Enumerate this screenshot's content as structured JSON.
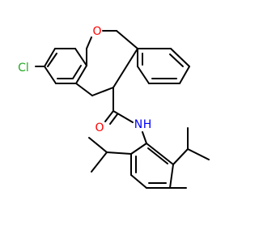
{
  "structure": {
    "atom_labels": {
      "chlorine": "Cl",
      "ring_oxygen": "O",
      "carbonyl_oxygen": "O",
      "amide_nitrogen": "N",
      "amide_hydrogen": "H"
    },
    "colors": {
      "carbon_bonds": "#000000",
      "chlorine": "#22aa22",
      "oxygen": "#ff0000",
      "nitrogen": "#0000ff",
      "background": "#ffffff"
    }
  }
}
